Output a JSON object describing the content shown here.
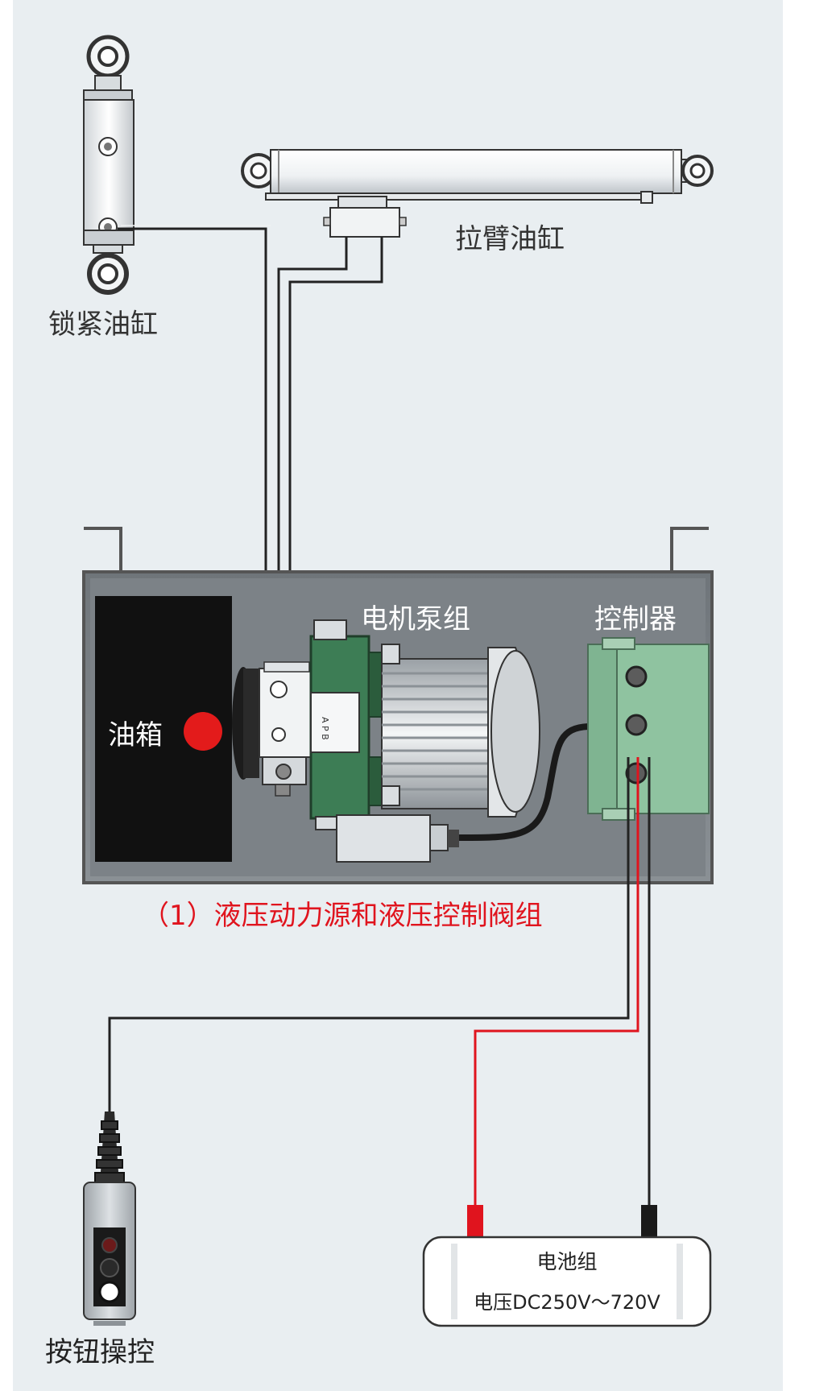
{
  "labels": {
    "lock_cylinder": "锁紧油缸",
    "pull_arm_cylinder": "拉臂油缸",
    "motor_pump": "电机泵组",
    "controller": "控制器",
    "oil_tank": "油箱",
    "section_caption": "（1）液压动力源和液压控制阀组",
    "button_control": "按钮操控",
    "battery_pack": "电池组",
    "battery_voltage": "电压DC250V～720V",
    "valve_stamp": "A P B"
  },
  "colors": {
    "background": "#e9eef1",
    "frame": "#a7adb2",
    "tank": "#111111",
    "motor_green": "#3d7d55",
    "controller_green": "#8fc3a0",
    "wire_red": "#e0141e",
    "wire_dark": "#222222",
    "caption_red": "#e0141e",
    "indicator_red": "#e31b1b"
  }
}
